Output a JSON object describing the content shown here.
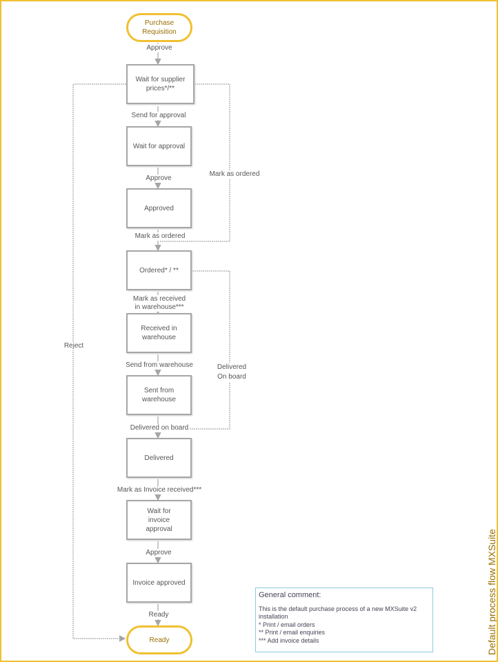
{
  "title": "Default process flow MXSuite",
  "nodes": {
    "start": "Purchase Requisition",
    "wait_supplier": "Wait for supplier prices*/**",
    "wait_approval": "Wait for approval",
    "approved": "Approved",
    "ordered": "Ordered* / **",
    "received": "Received in warehouse",
    "sent": "Sent from warehouse",
    "delivered": "Delivered",
    "wait_invoice": "Wait for invoice approval",
    "invoice_approved": "Invoice approved",
    "ready": "Ready"
  },
  "transitions": {
    "approve1": "Approve",
    "send_for_approval": "Send for approval",
    "approve2": "Approve",
    "mark_ordered": "Mark as ordered",
    "mark_received_1": "Mark as received",
    "mark_received_2": "in warehouse***",
    "send_from_warehouse": "Send from warehouse",
    "delivered_on_board": "Delivered on board",
    "mark_invoice": "Mark as Invoice received***",
    "approve3": "Approve",
    "ready": "Ready",
    "reject": "Reject",
    "mark_ordered_skip": "Mark as ordered",
    "delivered_skip_1": "Delivered",
    "delivered_skip_2": "On board"
  },
  "comment": {
    "title": "General comment:",
    "lines": [
      "This is the default purchase process of a new MXSuite v2 installation",
      "* Print / email orders",
      "** Print / email enquiries",
      "*** Add invoice details"
    ]
  }
}
